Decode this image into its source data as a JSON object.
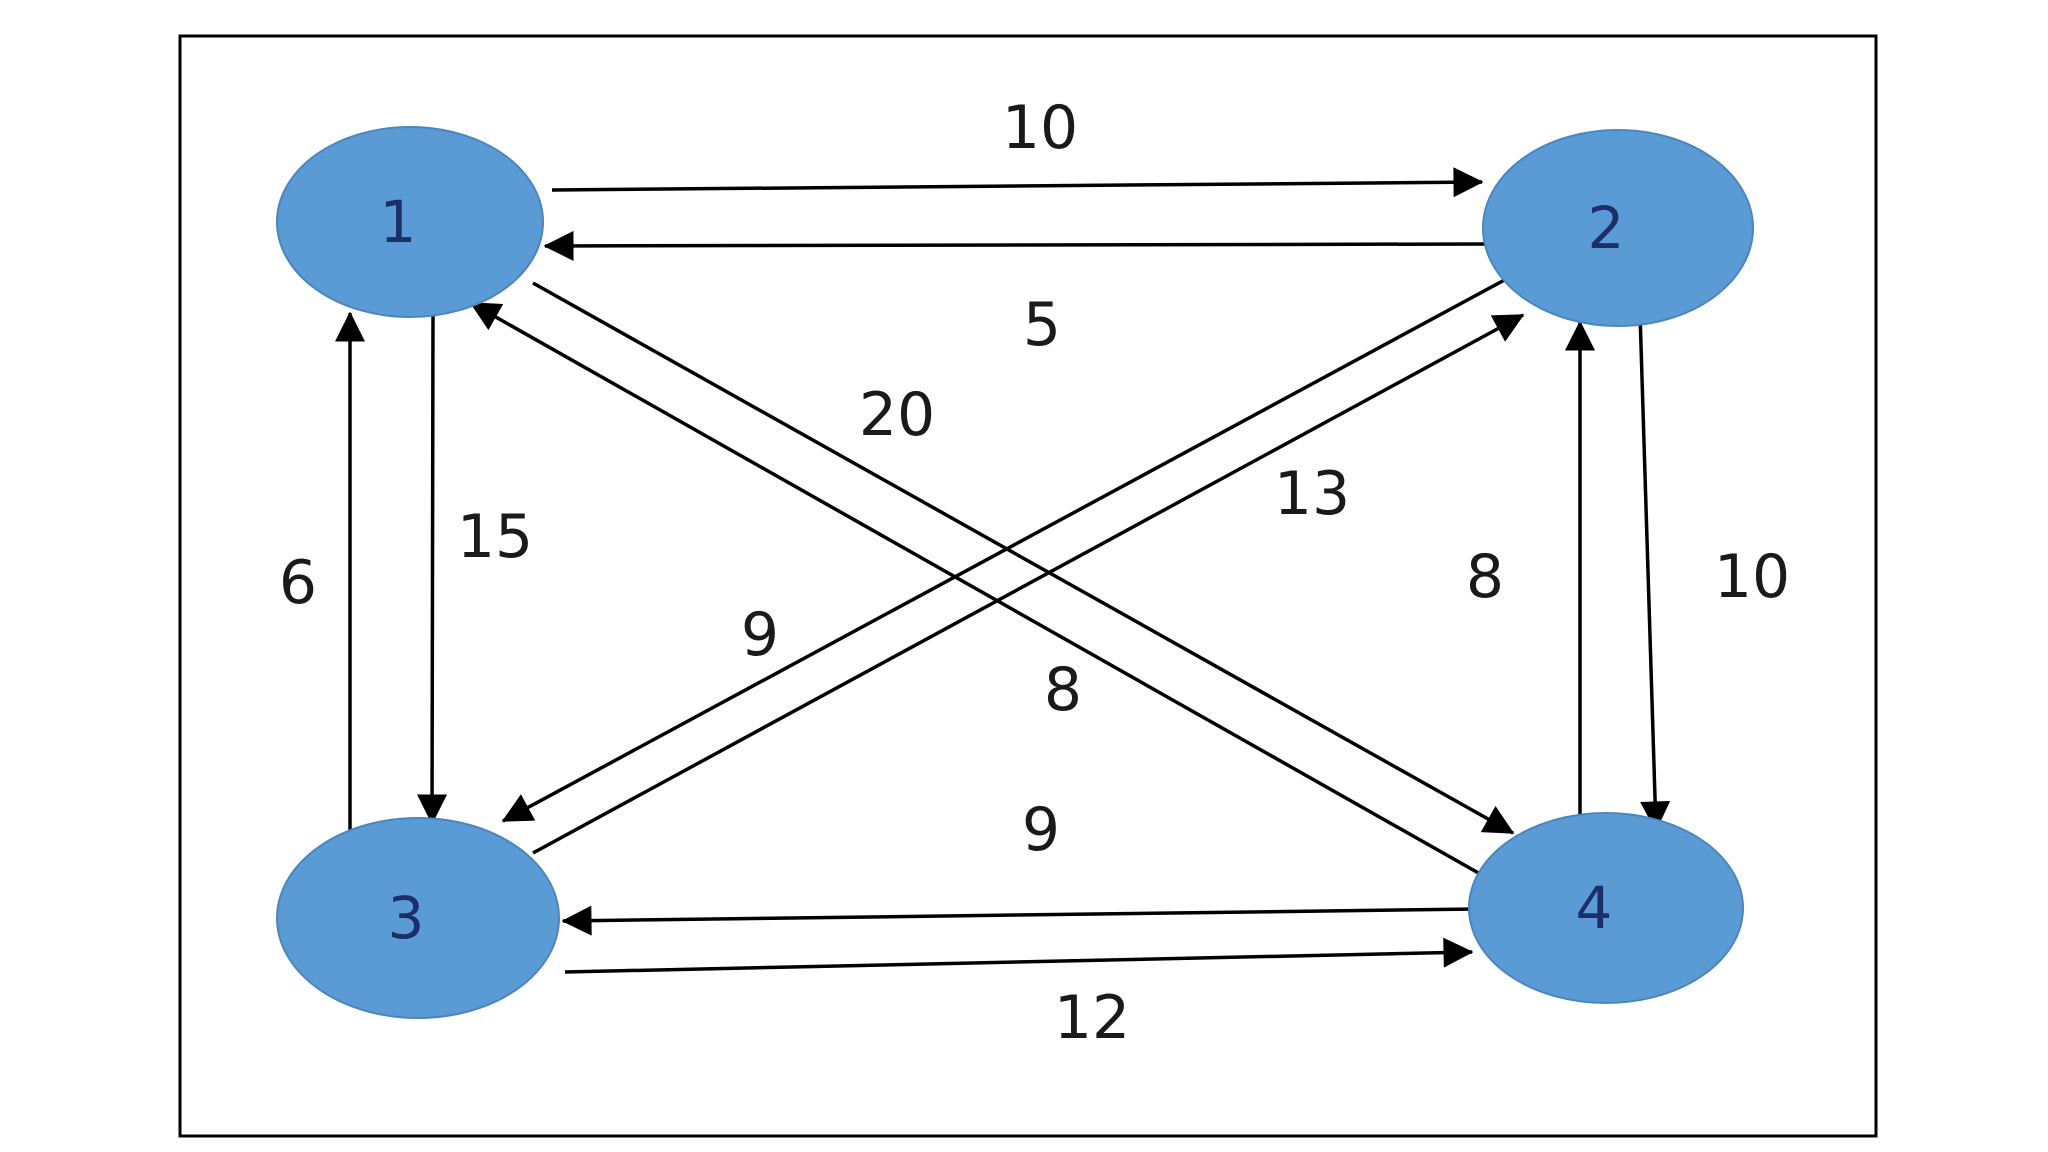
{
  "colors": {
    "node_fill": "#5b9bd5",
    "node_label": "#1c2f6b",
    "edge": "#000000",
    "frame": "#000000",
    "background": "#ffffff"
  },
  "nodes": [
    {
      "id": "1",
      "label": "1"
    },
    {
      "id": "2",
      "label": "2"
    },
    {
      "id": "3",
      "label": "3"
    },
    {
      "id": "4",
      "label": "4"
    }
  ],
  "edges": [
    {
      "from": "1",
      "to": "2",
      "weight": "10"
    },
    {
      "from": "2",
      "to": "1",
      "weight": "5"
    },
    {
      "from": "1",
      "to": "4",
      "weight": "20"
    },
    {
      "from": "2",
      "to": "3",
      "weight": "9"
    },
    {
      "from": "3",
      "to": "2",
      "weight": "13"
    },
    {
      "from": "4",
      "to": "1",
      "weight": "8"
    },
    {
      "from": "1",
      "to": "3",
      "weight": "15"
    },
    {
      "from": "3",
      "to": "1",
      "weight": "6"
    },
    {
      "from": "4",
      "to": "2",
      "weight": "8"
    },
    {
      "from": "2",
      "to": "4",
      "weight": "10"
    },
    {
      "from": "4",
      "to": "3",
      "weight": "9"
    },
    {
      "from": "3",
      "to": "4",
      "weight": "12"
    }
  ]
}
